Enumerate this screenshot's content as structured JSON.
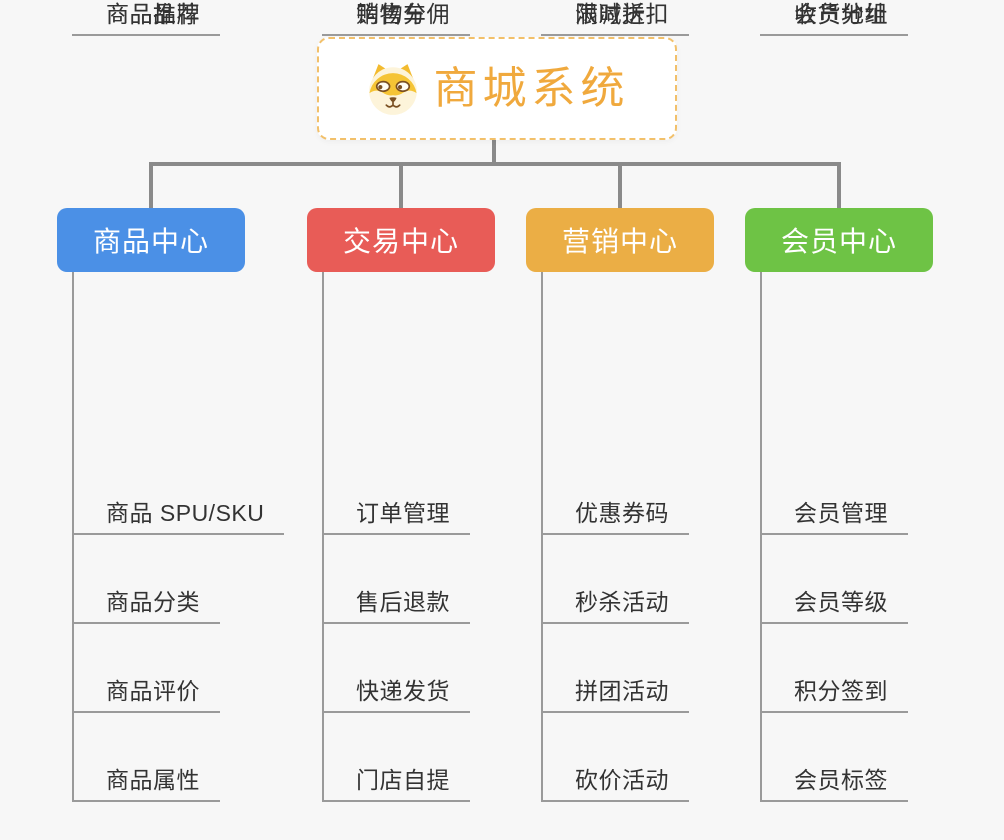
{
  "root": {
    "title": "商城系统",
    "icon": "dog-face-icon",
    "title_color": "#f0a93d",
    "border_color": "#f2c06a"
  },
  "branches": [
    {
      "label": "商品中心",
      "color": "#4b90e6",
      "children": [
        "商品 SPU/SKU",
        "商品分类",
        "商品评价",
        "商品属性",
        "商品推荐",
        "商品品牌"
      ]
    },
    {
      "label": "交易中心",
      "color": "#e85c57",
      "children": [
        "订单管理",
        "售后退款",
        "快递发货",
        "门店自提",
        "购物车",
        "销售分佣"
      ]
    },
    {
      "label": "营销中心",
      "color": "#ebae45",
      "children": [
        "优惠券码",
        "秒杀活动",
        "拼团活动",
        "砍价活动",
        "限时折扣",
        "满减送"
      ]
    },
    {
      "label": "会员中心",
      "color": "#6ec345",
      "children": [
        "会员管理",
        "会员等级",
        "积分签到",
        "会员标签",
        "会员分组",
        "收货地址"
      ]
    }
  ],
  "style": {
    "background": "#f7f7f7",
    "connector_color": "#8a8a8a",
    "leaf_line_color": "#9a9a9a",
    "leaf_text_color": "#333333"
  }
}
